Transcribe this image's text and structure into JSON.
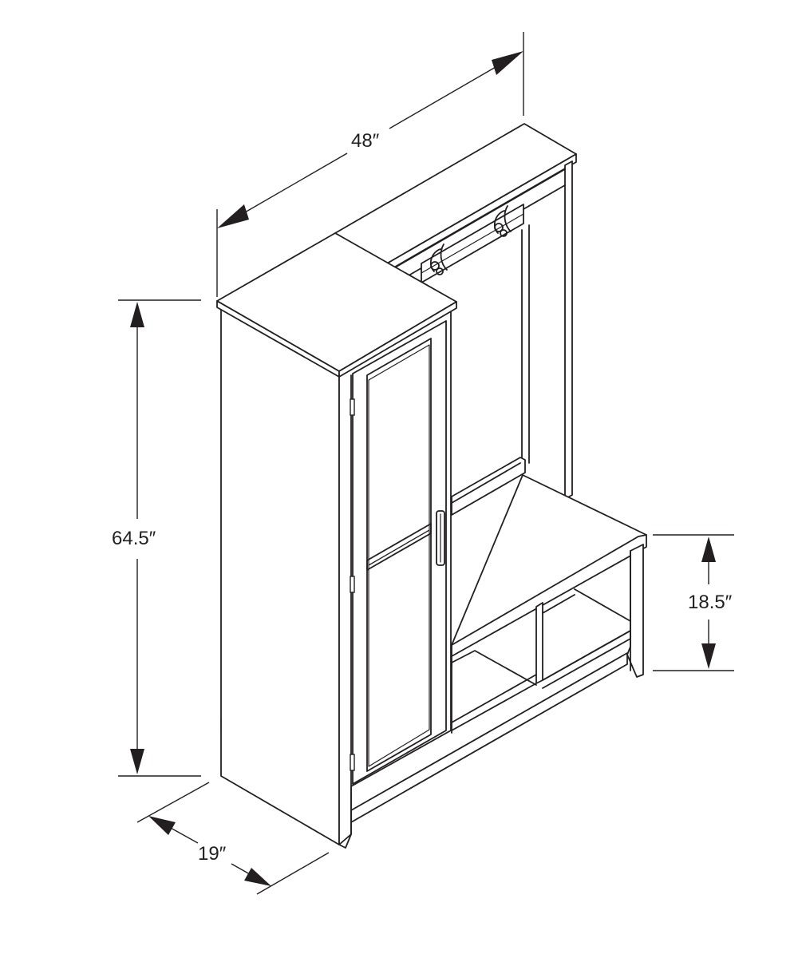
{
  "dimensions": {
    "width": "48″",
    "height": "64.5″",
    "bench_height": "18.5″",
    "depth": "19″"
  }
}
